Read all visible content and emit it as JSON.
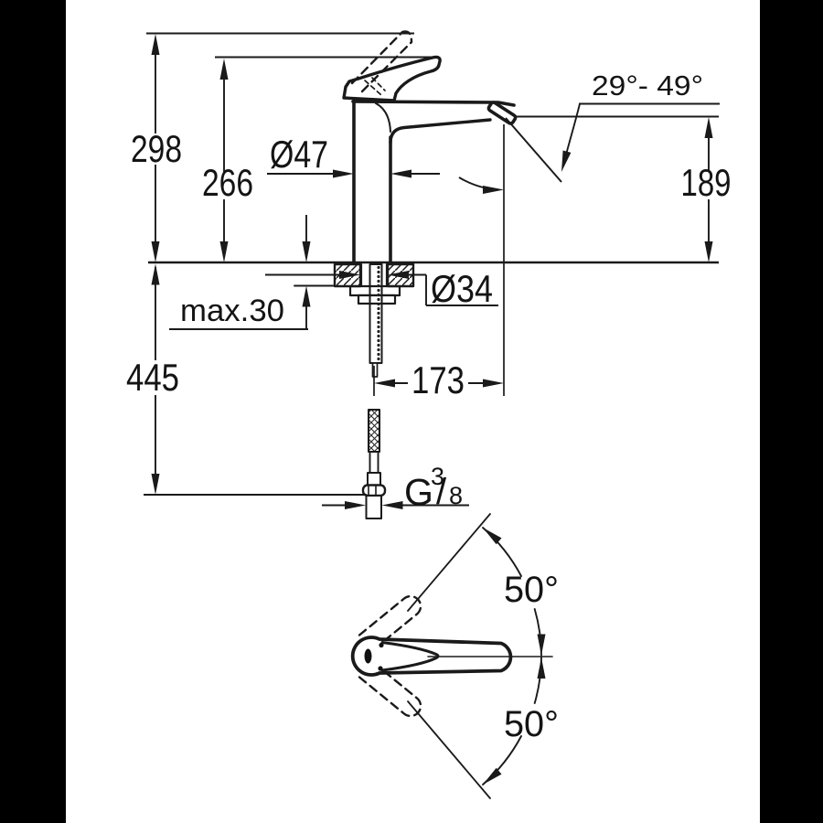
{
  "colors": {
    "line": "#1a1a1a",
    "background": "#ffffff",
    "side_bar": "#000000",
    "text": "#141414"
  },
  "side_view": {
    "overall_height": "298",
    "lever_height": "266",
    "body_diameter": "Ø47",
    "spout_angle_range": "29°- 49°",
    "spout_height": "189",
    "deck_thickness": "max.30",
    "shank_diameter": "Ø34",
    "hose_length": "445",
    "spout_reach": "173",
    "thread": {
      "prefix": "G",
      "numerator": "3",
      "slash": "/",
      "denominator": "8"
    }
  },
  "top_view": {
    "swivel_upper": "50°",
    "swivel_lower": "50°"
  }
}
